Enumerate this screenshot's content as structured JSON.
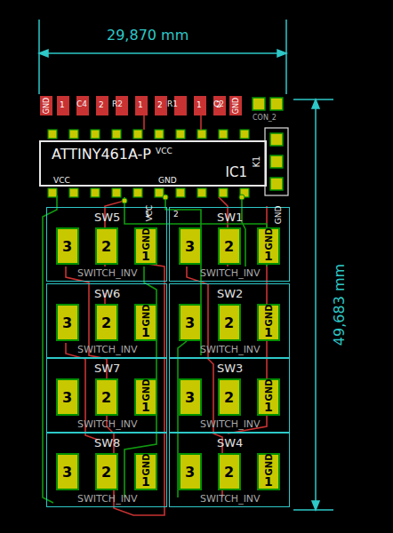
{
  "diagram": {
    "nodes": [
      {
        "text": [
          "ATTINY461A-P",
          "IC1"
        ]
      },
      {
        "text": [
          "SW5",
          "SWITCH_INV"
        ]
      },
      {
        "text": [
          "3"
        ],
        "in": 1
      },
      {
        "text": [
          "2"
        ],
        "in": 1
      },
      {
        "text": [
          "GND",
          "1"
        ],
        "in": 1
      },
      {
        "text": [
          "SW1",
          "SWITCH_INV"
        ]
      },
      {
        "text": [
          "3"
        ],
        "in": 5
      },
      {
        "text": [
          "2"
        ],
        "in": 5
      },
      {
        "text": [
          "GND",
          "1"
        ],
        "in": 5
      },
      {
        "text": [
          "SW6",
          "SWITCH_INV"
        ]
      },
      {
        "text": [
          "3"
        ],
        "in": 9
      },
      {
        "text": [
          "2"
        ],
        "in": 9
      },
      {
        "text": [
          "GND",
          "1"
        ],
        "in": 9
      },
      {
        "text": [
          "SW2",
          "SWITCH_INV"
        ]
      },
      {
        "text": [
          "3"
        ],
        "in": 13
      },
      {
        "text": [
          "2"
        ],
        "in": 13
      },
      {
        "text": [
          "GND",
          "1"
        ],
        "in": 13
      },
      {
        "text": [
          "SW7",
          "SWITCH_INV"
        ]
      },
      {
        "text": [
          "3"
        ],
        "in": 17
      },
      {
        "text": [
          "2"
        ],
        "in": 17
      },
      {
        "text": [
          "GND",
          "1"
        ],
        "in": 17
      },
      {
        "text": [
          "SW3",
          "SWITCH_INV"
        ]
      },
      {
        "text": [
          "3"
        ],
        "in": 21
      },
      {
        "text": [
          "2"
        ],
        "in": 21
      },
      {
        "text": [
          "GND",
          "1"
        ],
        "in": 21
      },
      {
        "text": [
          "SW8",
          "SWITCH_INV"
        ]
      },
      {
        "text": [
          "3"
        ],
        "in": 25
      },
      {
        "text": [
          "2"
        ],
        "in": 25
      },
      {
        "text": [
          "GND",
          "1"
        ],
        "in": 25
      },
      {
        "text": [
          "SW4",
          "SWITCH_INV"
        ]
      },
      {
        "text": [
          "3"
        ],
        "in": 29
      },
      {
        "text": [
          "2"
        ],
        "in": 29
      },
      {
        "text": [
          "GND",
          "1"
        ],
        "in": 29
      }
    ],
    "labels": [
      "29,870 mm",
      "49,683 mm",
      "GND",
      "C4",
      "1",
      "2",
      "R2",
      "1",
      "2",
      "R1",
      "1",
      "2",
      "C2",
      "GND",
      "CON_2",
      "K1",
      "VCC",
      "VCC",
      "GND",
      "1",
      "VCC",
      "2",
      "GND"
    ]
  }
}
